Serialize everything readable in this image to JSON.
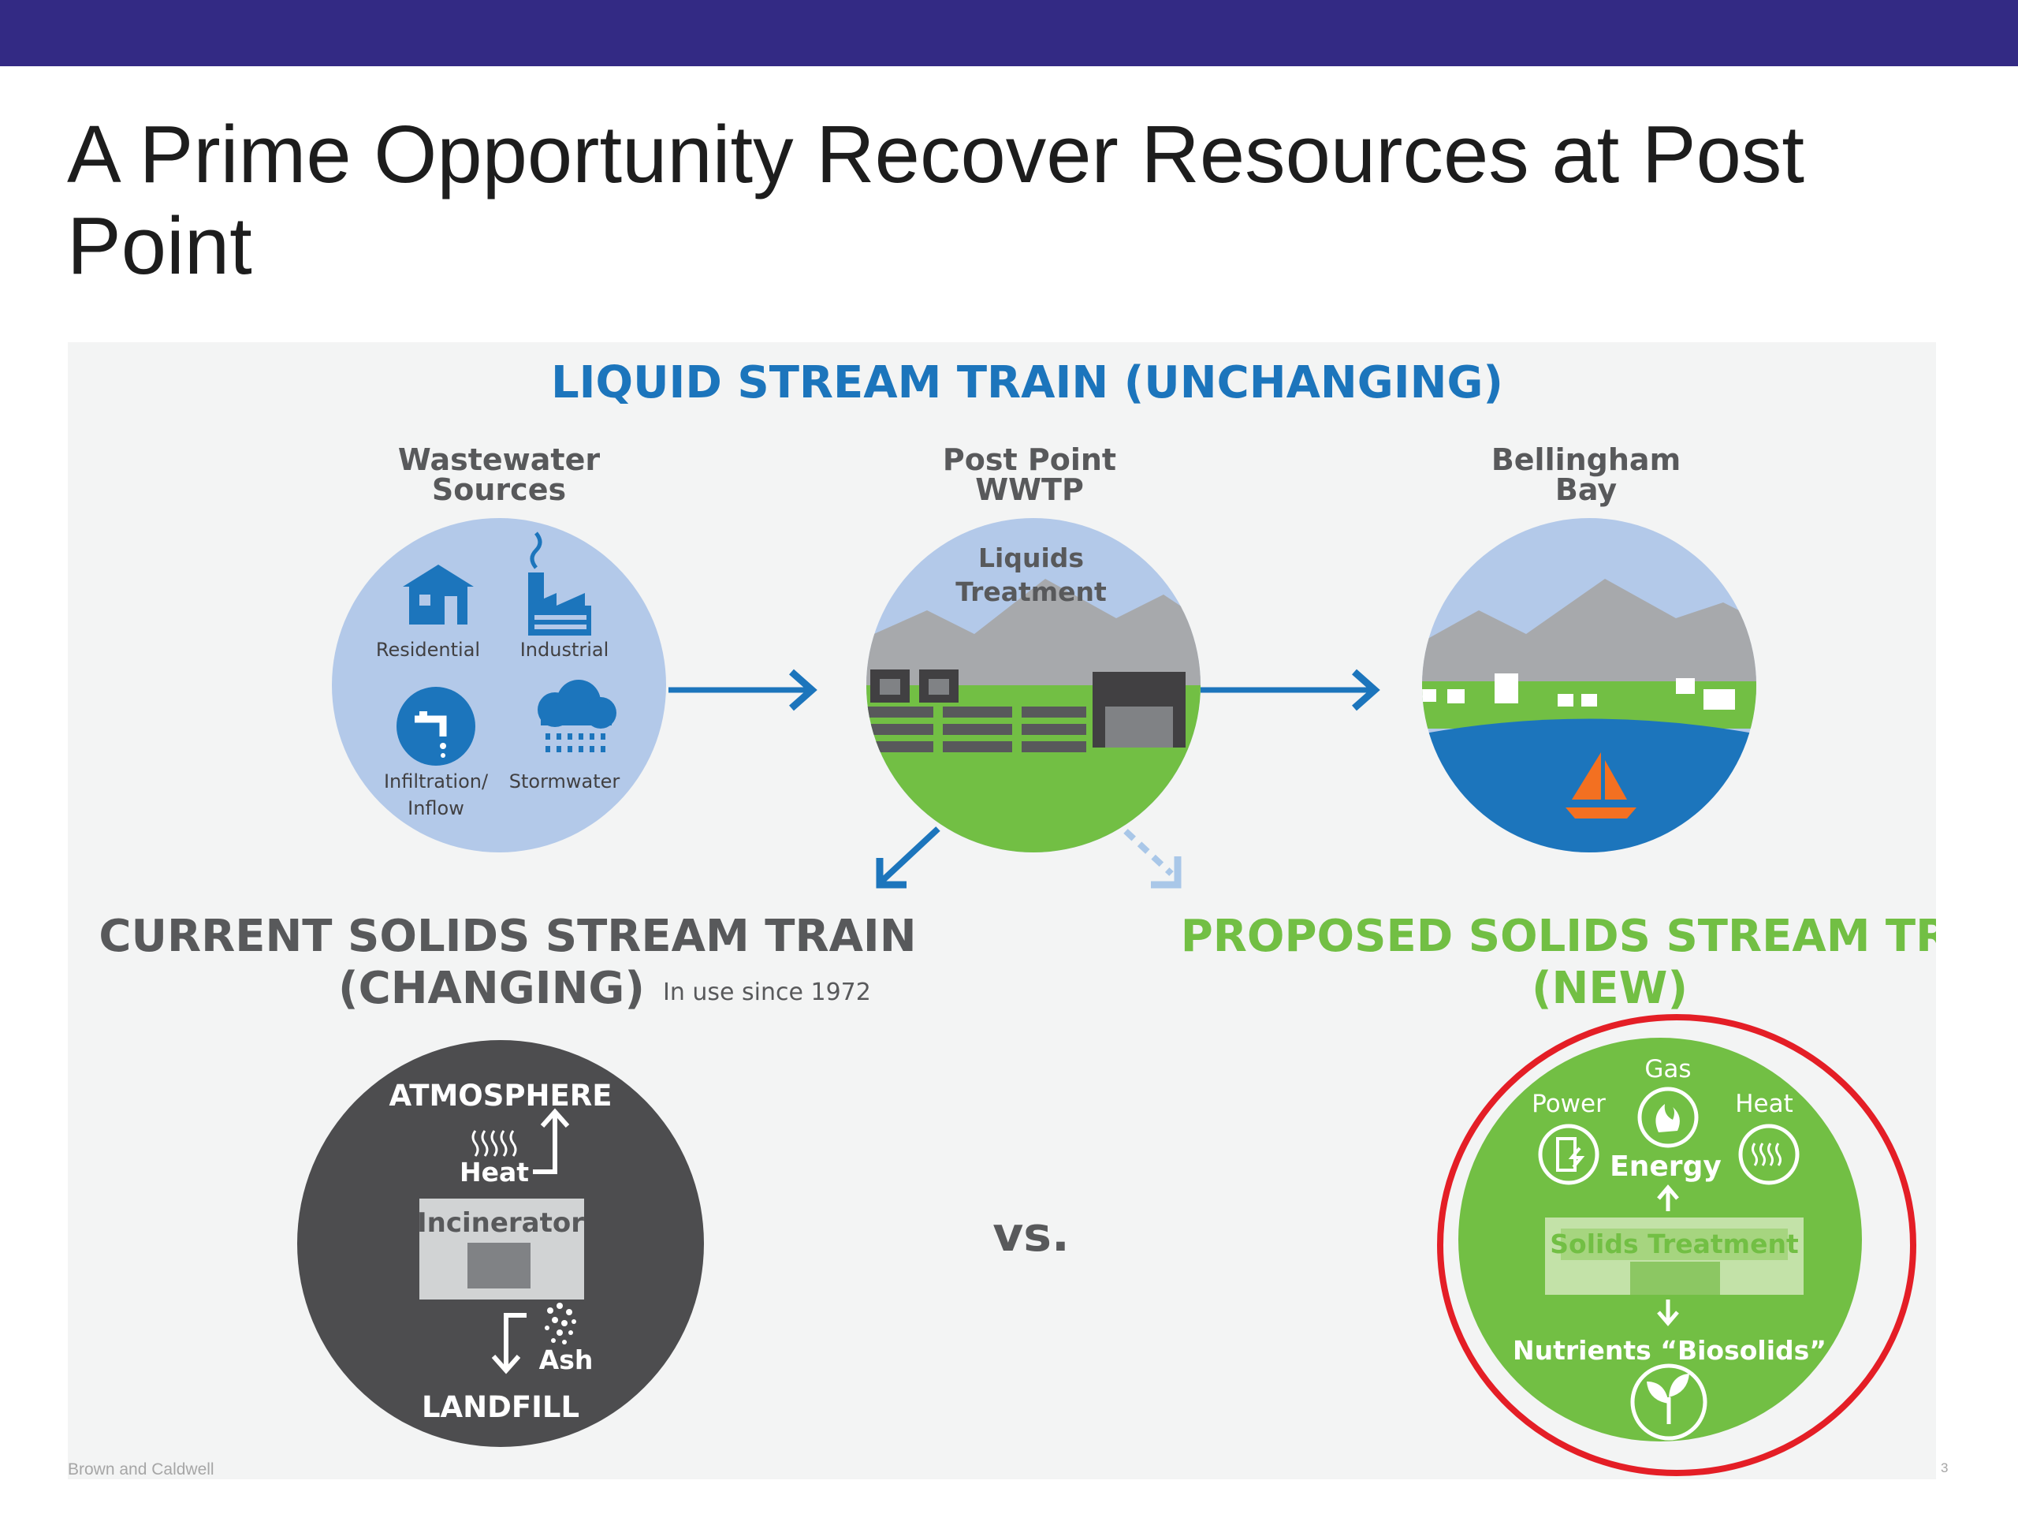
{
  "slide": {
    "title": "A Prime Opportunity Recover Resources at Post Point",
    "footer": "Brown and Caldwell",
    "page_number": "3"
  },
  "diagram": {
    "liquid_header": "LIQUID STREAM TRAIN (UNCHANGING)",
    "sources": {
      "title_line1": "Wastewater",
      "title_line2": "Sources",
      "residential": "Residential",
      "industrial": "Industrial",
      "infiltration_line1": "Infiltration/",
      "infiltration_line2": "Inflow",
      "stormwater": "Stormwater"
    },
    "plant": {
      "title_line1": "Post Point",
      "title_line2": "WWTP",
      "label_line1": "Liquids",
      "label_line2": "Treatment"
    },
    "bay": {
      "title_line1": "Bellingham",
      "title_line2": "Bay"
    },
    "current": {
      "header_line1": "CURRENT SOLIDS STREAM TRAIN",
      "header_line2": "(CHANGING)",
      "note": "In use since 1972",
      "atmosphere": "ATMOSPHERE",
      "heat": "Heat",
      "incinerator": "Incinerator",
      "ash": "Ash",
      "landfill": "LANDFILL"
    },
    "versus": "vs.",
    "proposed": {
      "header_line1": "PROPOSED SOLIDS STREAM TRAIN",
      "header_line2": "(NEW)",
      "gas": "Gas",
      "power": "Power",
      "heat": "Heat",
      "energy": "Energy",
      "solids_treatment": "Solids Treatment",
      "nutrients": "Nutrients “Biosolids”"
    },
    "colors": {
      "blue": "#1c75bc",
      "light_blue": "#b3c9e9",
      "green": "#72bf44",
      "dark_gray": "#4d4d4f",
      "highlight_red": "#e41e26",
      "panel_bg": "#f3f4f4"
    }
  }
}
